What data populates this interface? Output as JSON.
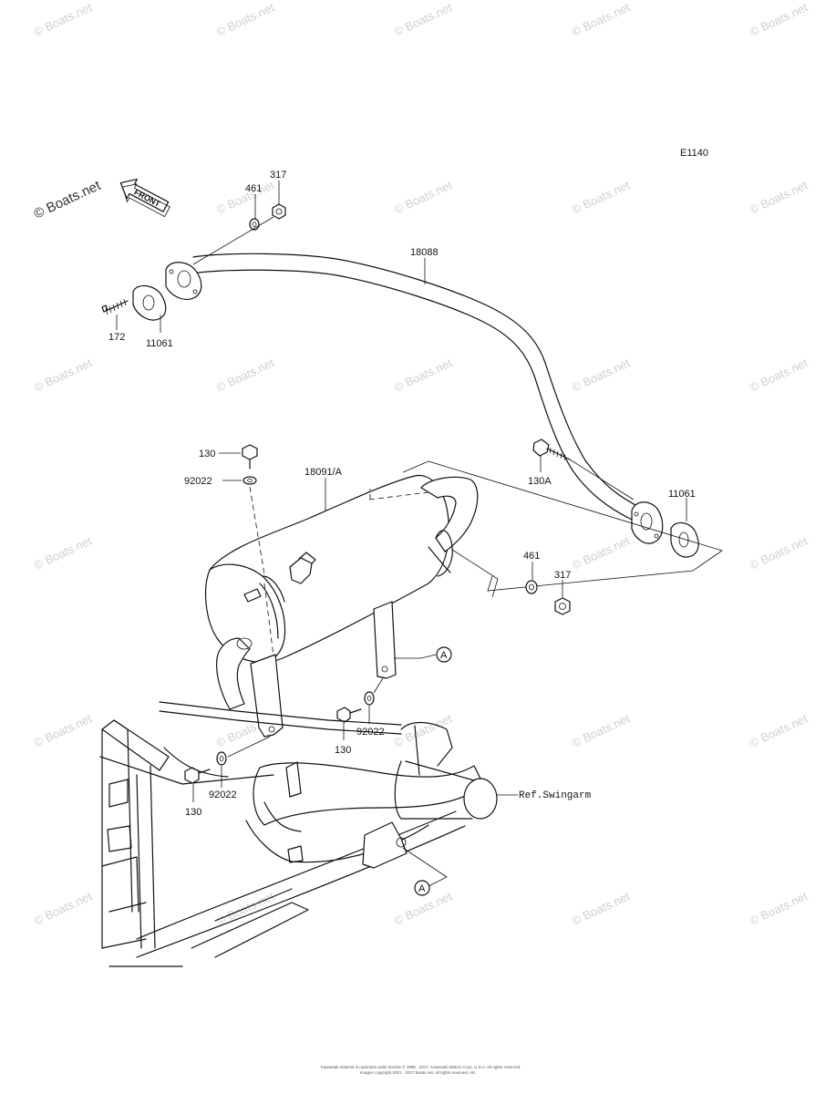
{
  "diagram_code": "E1140",
  "watermark": "© Boats.net",
  "front_label": "FRONT",
  "callouts": {
    "nut_317_top": "317",
    "washer_461_top": "461",
    "pipe_18088": "18088",
    "stud_172": "172",
    "gasket_11061_left": "11061",
    "bolt_130_top": "130",
    "washer_92022_top": "92022",
    "muffler_18091A": "18091/A",
    "bolt_130A": "130A",
    "gasket_11061_right": "11061",
    "washer_461_right": "461",
    "nut_317_right": "317",
    "ref_a_upper": "A",
    "bolt_130_mid": "130",
    "washer_92022_mid": "92022",
    "washer_92022_lower": "92022",
    "bolt_130_lower": "130",
    "ref_swingarm": "Ref.Swingarm",
    "ref_a_lower": "A"
  },
  "footer": {
    "line1": "Kawasaki material is reprinted under license © 1998 - 2017, Kawasaki Motors Corp. U.S.A. All rights reserved.",
    "line2": "Images copyright 2001 - 2017 Boats.net, all rights reserved, etc."
  }
}
